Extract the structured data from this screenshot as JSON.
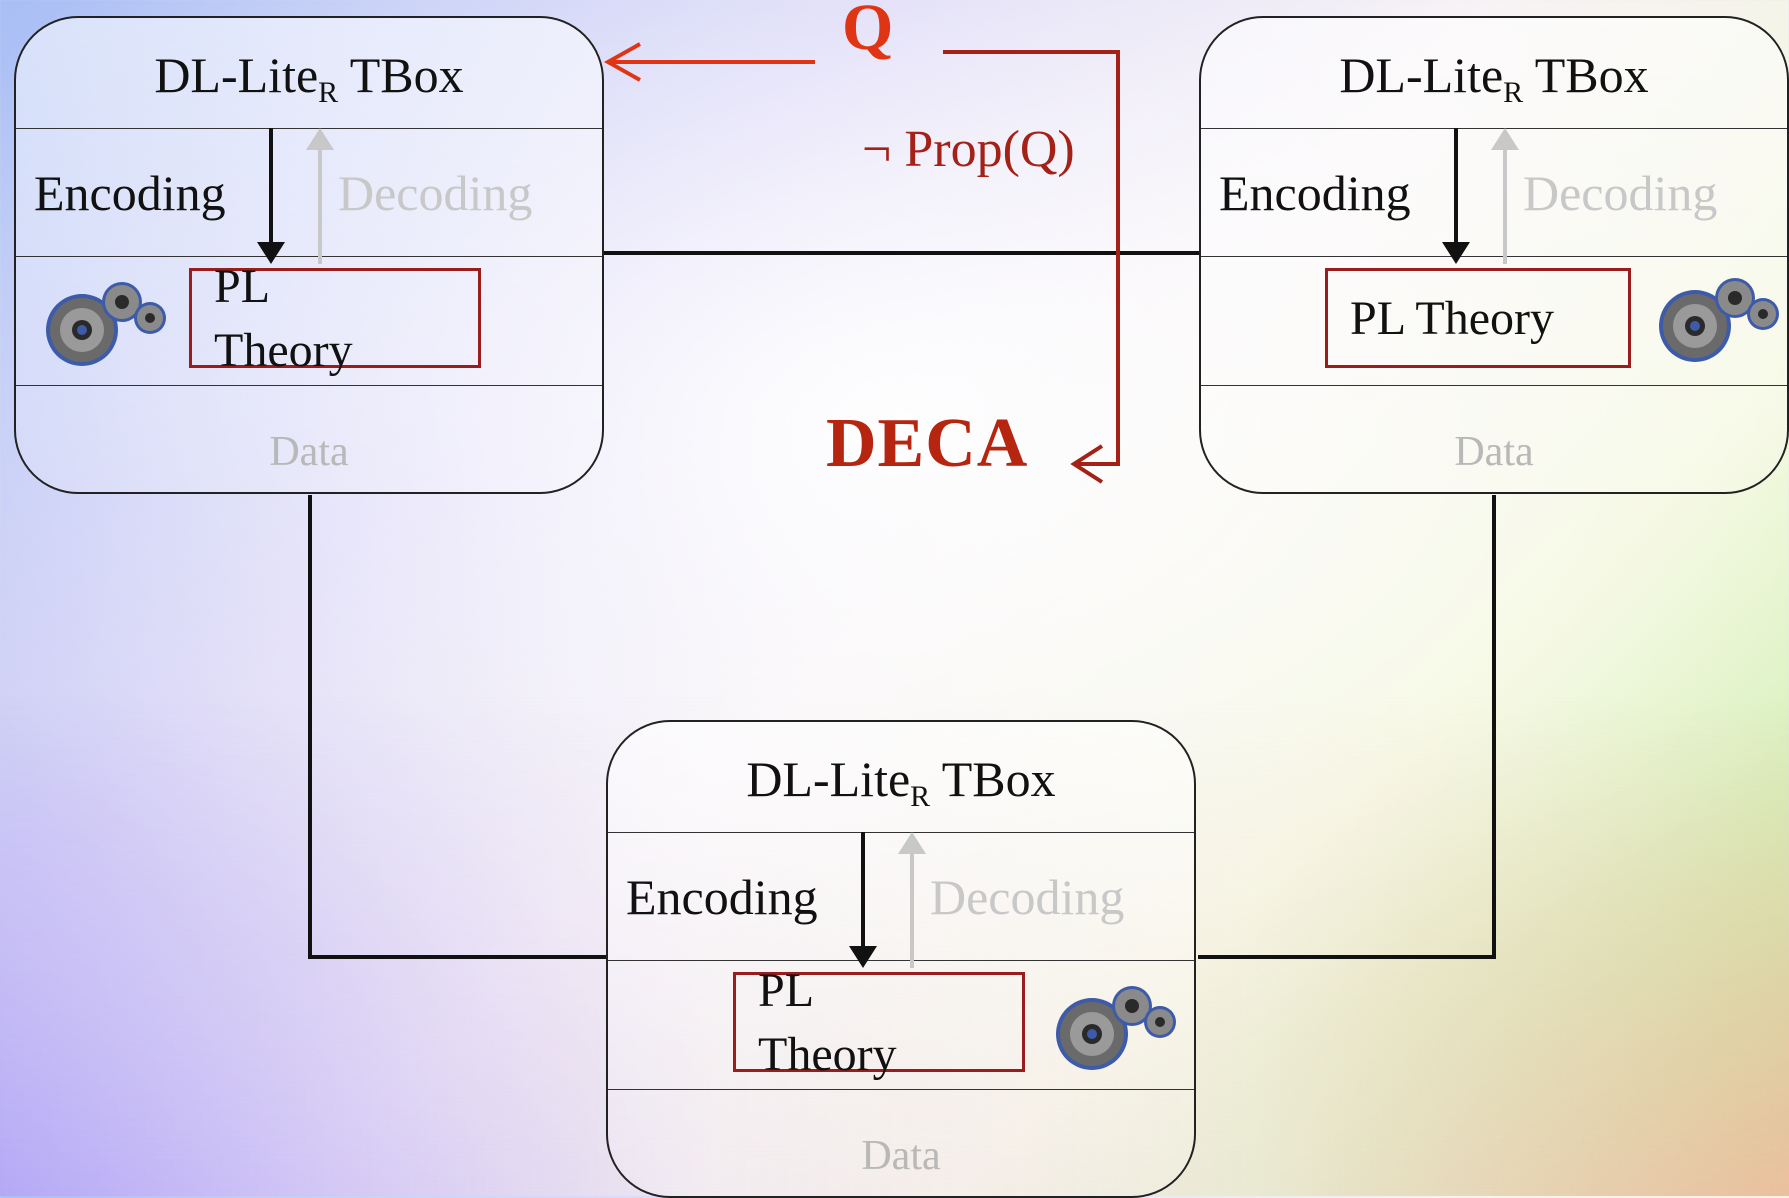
{
  "nodes": [
    {
      "id": "top-left",
      "title_main": "DL-Lite",
      "title_sub": "R",
      "title_tail": " TBox",
      "encoding": "Encoding",
      "decoding": "Decoding",
      "pl_line1": "PL",
      "pl_line2": "Theory",
      "data": "Data",
      "gear_icon": "gears-icon"
    },
    {
      "id": "top-right",
      "title_main": "DL-Lite",
      "title_sub": "R",
      "title_tail": " TBox",
      "encoding": "Encoding",
      "decoding": "Decoding",
      "pl_line1": "PL Theory",
      "pl_line2": "",
      "data": "Data",
      "gear_icon": "gears-icon"
    },
    {
      "id": "bottom",
      "title_main": "DL-Lite",
      "title_sub": "R",
      "title_tail": " TBox",
      "encoding": "Encoding",
      "decoding": "Decoding",
      "pl_line1": "PL",
      "pl_line2": "Theory",
      "data": "Data",
      "gear_icon": "gears-icon"
    }
  ],
  "query_label": "Q",
  "prop_label": "¬ Prop(Q)",
  "deca_label": "DECA",
  "colors": {
    "query": "#e03515",
    "prop": "#a32116",
    "deca": "#b5250f",
    "pl_border": "#9b1c1c",
    "decoding_text": "#c8c8c8",
    "data_text": "#b8b8b8"
  }
}
